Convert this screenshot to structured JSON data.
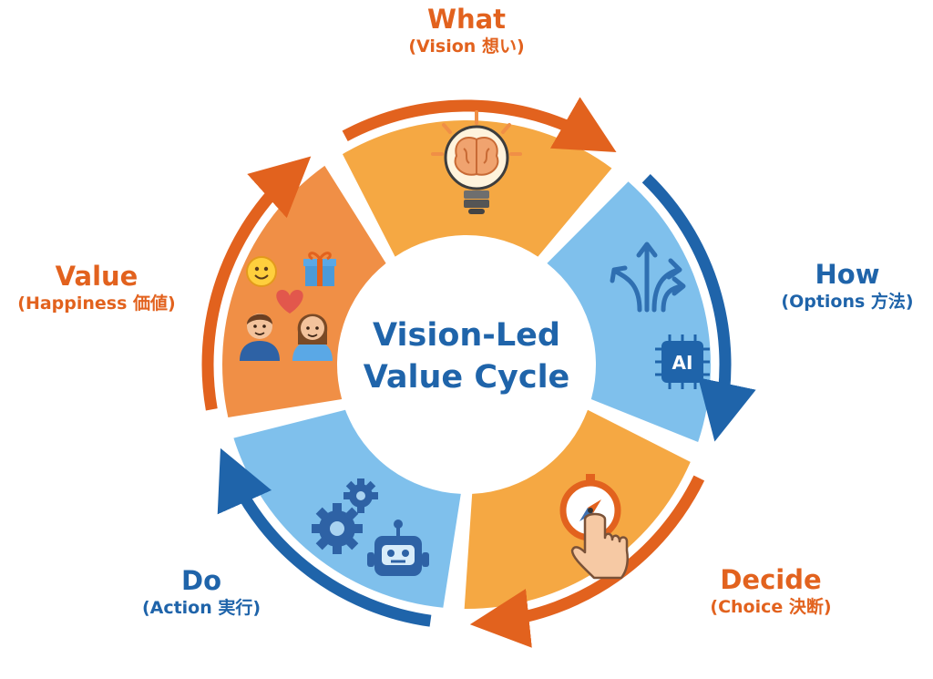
{
  "center": {
    "line1": "Vision-Led",
    "line2": "Value Cycle"
  },
  "stages": [
    {
      "id": "what",
      "title": "What",
      "subtitle": "(Vision 想い)",
      "color": "#e2621e"
    },
    {
      "id": "how",
      "title": "How",
      "subtitle": "(Options 方法)",
      "color": "#1f64aa"
    },
    {
      "id": "decide",
      "title": "Decide",
      "subtitle": "(Choice 決断)",
      "color": "#e2621e"
    },
    {
      "id": "do",
      "title": "Do",
      "subtitle": "(Action 実行)",
      "color": "#1f64aa"
    },
    {
      "id": "value",
      "title": "Value",
      "subtitle": "(Happiness 価値)",
      "color": "#e2621e"
    }
  ],
  "icons": {
    "what": "lightbulb-brain-icon",
    "how": [
      "branching-arrows-icon",
      "ai-chip-icon"
    ],
    "how_chip_text": "AI",
    "decide": "compass-pointing-hand-icon",
    "do": [
      "gears-icon",
      "robot-icon"
    ],
    "value": [
      "smiley-icon",
      "gift-icon",
      "heart-icon",
      "people-icon"
    ]
  },
  "colors": {
    "orange_dark": "#e2621e",
    "orange_light": "#f5a843",
    "orange_mid": "#f08f46",
    "blue_dark": "#1f64aa",
    "blue_light": "#7fc0ec"
  }
}
